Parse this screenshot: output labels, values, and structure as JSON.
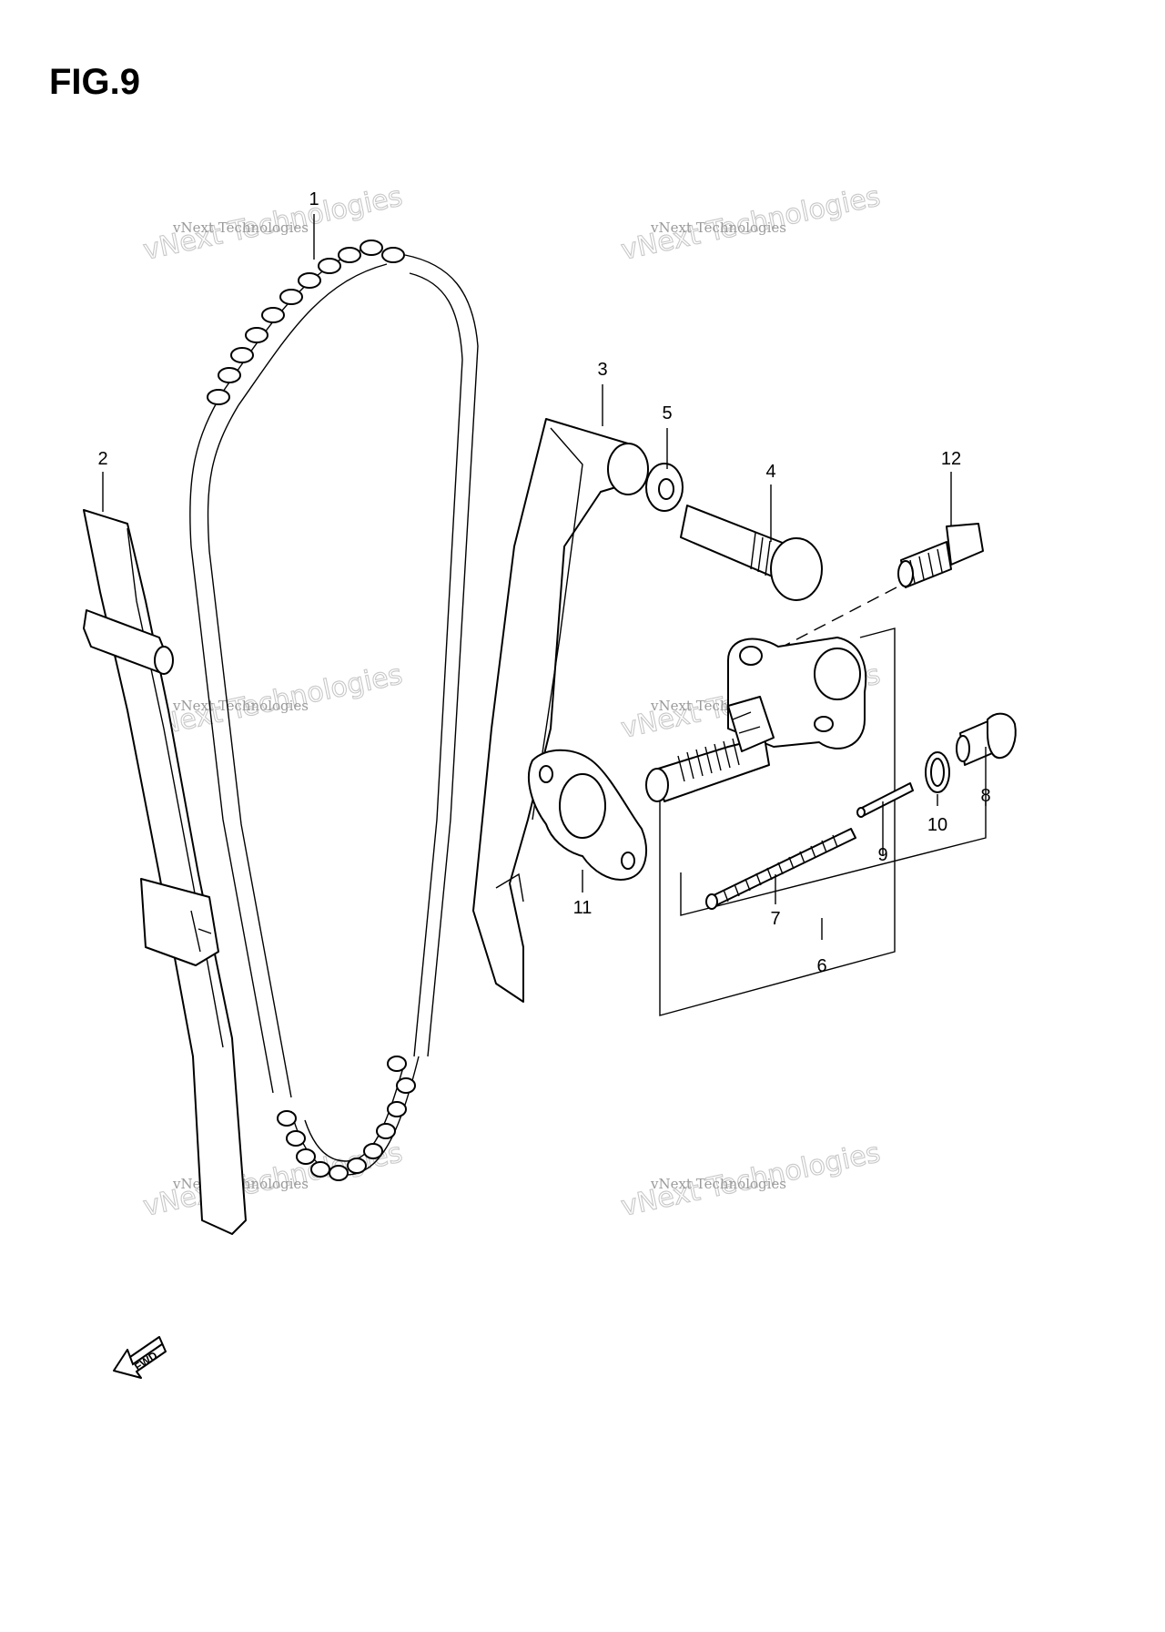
{
  "figure": {
    "title": "FIG.9"
  },
  "callouts": [
    {
      "id": "1",
      "label": "1"
    },
    {
      "id": "2",
      "label": "2"
    },
    {
      "id": "3",
      "label": "3"
    },
    {
      "id": "4",
      "label": "4"
    },
    {
      "id": "5",
      "label": "5"
    },
    {
      "id": "6",
      "label": "6"
    },
    {
      "id": "7",
      "label": "7"
    },
    {
      "id": "8",
      "label": "8"
    },
    {
      "id": "9",
      "label": "9"
    },
    {
      "id": "10",
      "label": "10"
    },
    {
      "id": "11",
      "label": "11"
    },
    {
      "id": "12",
      "label": "12"
    }
  ],
  "direction_marker": {
    "label": "FWD"
  },
  "watermark": {
    "line1": "vNext Technologies",
    "line2": "vNext Technologies"
  }
}
